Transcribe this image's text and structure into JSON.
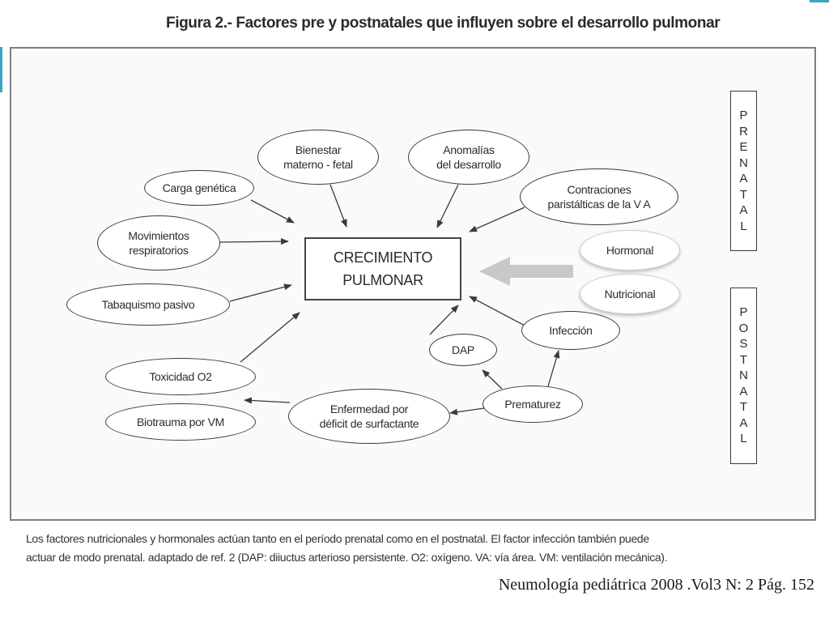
{
  "title": "Figura 2.- Factores pre y postnatales que influyen sobre el desarrollo pulmonar",
  "center": "CRECIMIENTO\nPULMONAR",
  "nodes": {
    "carga_genetica": "Carga genética",
    "bienestar": "Bienestar\nmaterno - fetal",
    "anomalias": "Anomalías\ndel desarrollo",
    "contracciones": "Contraciones\nparistálticas de la V A",
    "movimientos": "Movimientos\nrespiratorios",
    "tabaquismo": "Tabaquismo pasivo",
    "hormonal": "Hormonal",
    "nutricional": "Nutricional",
    "infeccion": "Infección",
    "dap": "DAP",
    "toxicidad": "Toxicidad O2",
    "enfermedad": "Enfermedad por\ndéficit de surfactante",
    "prematurez": "Prematurez",
    "biotrauma": "Biotrauma por VM"
  },
  "prenatal_label": "PRENATAL",
  "postnatal_label": "POSTNATAL",
  "caption": {
    "line1": "Los factores nutricionales y hormonales actúan tanto en el período prenatal como en el postnatal. El factor infección también puede",
    "line2": "actuar de modo prenatal. adaptado de ref. 2  (DAP: diiuctus arterioso persistente. O2: oxígeno. VA: vía área. VM: ventilación mecánica)."
  },
  "citation": "Neumología pediátrica 2008 .Vol3 N: 2 Pág. 152",
  "colors": {
    "accent": "#35a7c4",
    "line": "#3a3a3a",
    "big_arrow": "#c8c8c8"
  }
}
